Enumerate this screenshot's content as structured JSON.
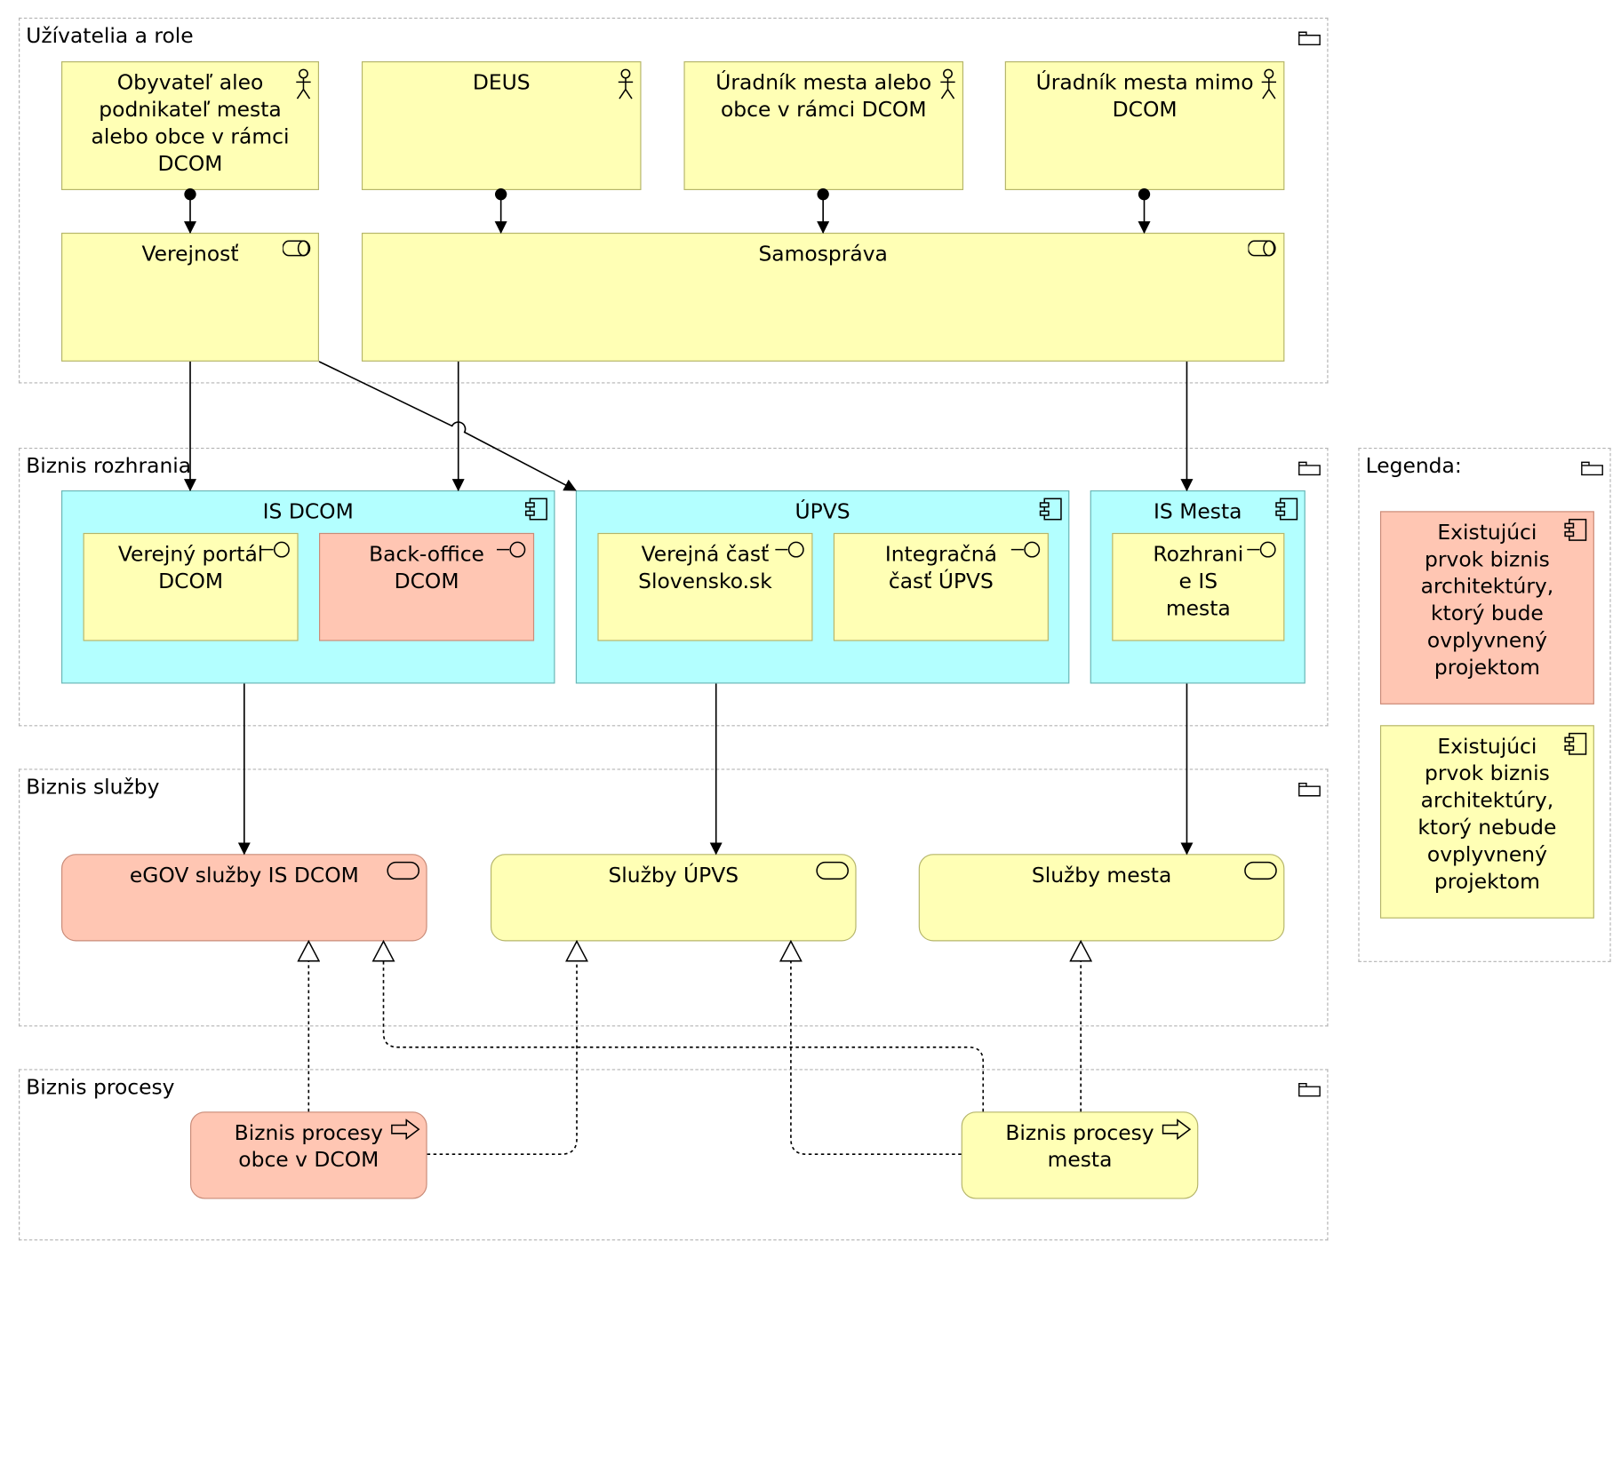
{
  "groups": {
    "users": "Užívatelia a role",
    "interfaces": "Biznis rozhrania",
    "services": "Biznis služby",
    "processes": "Biznis procesy",
    "legend": "Legenda:"
  },
  "actors": {
    "obyvatel": "Obyvateľ aleo podnikateľ mesta alebo obce v rámci DCOM",
    "deus": "DEUS",
    "uradnik_dcom": "Úradník mesta alebo obce v rámci DCOM",
    "uradnik_mimo": "Úradník mesta mimo DCOM"
  },
  "roles": {
    "verejnost": "Verejnosť",
    "samosprava": "Samospráva"
  },
  "components": {
    "is_dcom": "IS DCOM",
    "upvs": "ÚPVS",
    "is_mesta": "IS Mesta"
  },
  "interfaces": {
    "verejny_portal": "Verejný portál DCOM",
    "back_office": "Back-office DCOM",
    "verejna_cast": "Verejná časť Slovensko.sk",
    "integracna_cast": "Integračná časť ÚPVS",
    "rozhranie_mesta": "Rozhrani e IS mesta"
  },
  "services": {
    "egov": "eGOV služby IS DCOM",
    "upvs": "Služby ÚPVS",
    "mesta": "Služby mesta"
  },
  "processes": {
    "obce": "Biznis procesy obce v DCOM",
    "mesta": "Biznis procesy mesta"
  },
  "legend": {
    "affected": "Existujúci prvok biznis architektúry, ktorý bude ovplyvnený projektom",
    "unaffected": "Existujúci prvok biznis architektúry, ktorý nebude ovplyvnený projektom"
  },
  "colors": {
    "affected": "#ffc6b3",
    "unaffected": "#ffffb5",
    "application": "#b3ffff"
  }
}
